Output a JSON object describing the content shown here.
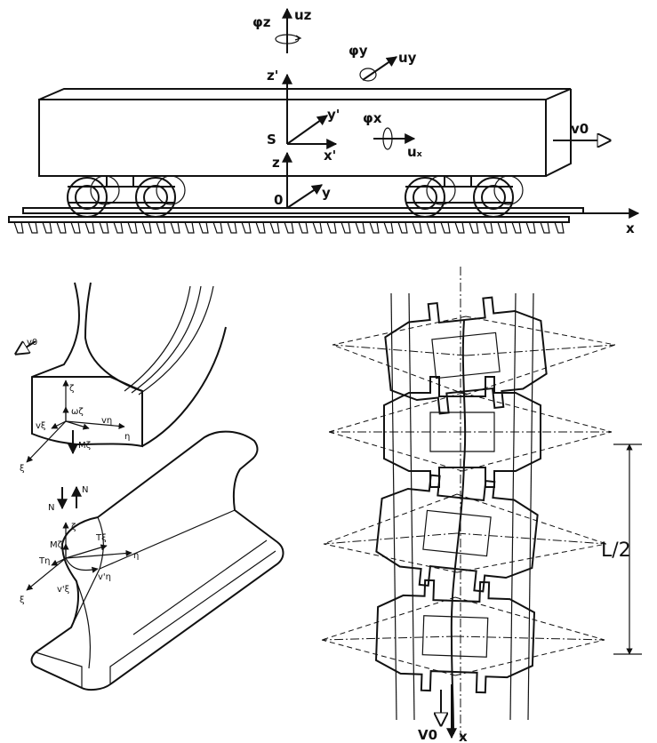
{
  "top_labels": {
    "phi_z": "φz",
    "u_z": "uz",
    "phi_y": "φy",
    "u_y": "uy",
    "z_prime": "z'",
    "y_prime": "y'",
    "S": "S",
    "x_prime": "x'",
    "phi_x": "φx",
    "u_x": "uₓ",
    "v0": "v0",
    "z": "z",
    "origin": "0",
    "y": "y",
    "x": "x"
  },
  "contact_labels": {
    "v0": "v0",
    "zeta1": "ζ",
    "omega_zeta": "ωζ",
    "v_eta": "vη",
    "v_xi": "vξ",
    "eta1": "η",
    "M_zeta1": "Mζ",
    "xi1": "ξ",
    "N1": "N",
    "N2": "N",
    "zeta2": "ζ",
    "M_zeta2": "Mζ",
    "T_xi": "Tξ",
    "eta2": "η",
    "T_eta": "Tη",
    "v_eta_r": "v'η",
    "xi2": "ξ",
    "v_xi_r": "v'ξ"
  },
  "bogie_labels": {
    "L_half": "L/2",
    "v0": "V0",
    "x": "x"
  }
}
